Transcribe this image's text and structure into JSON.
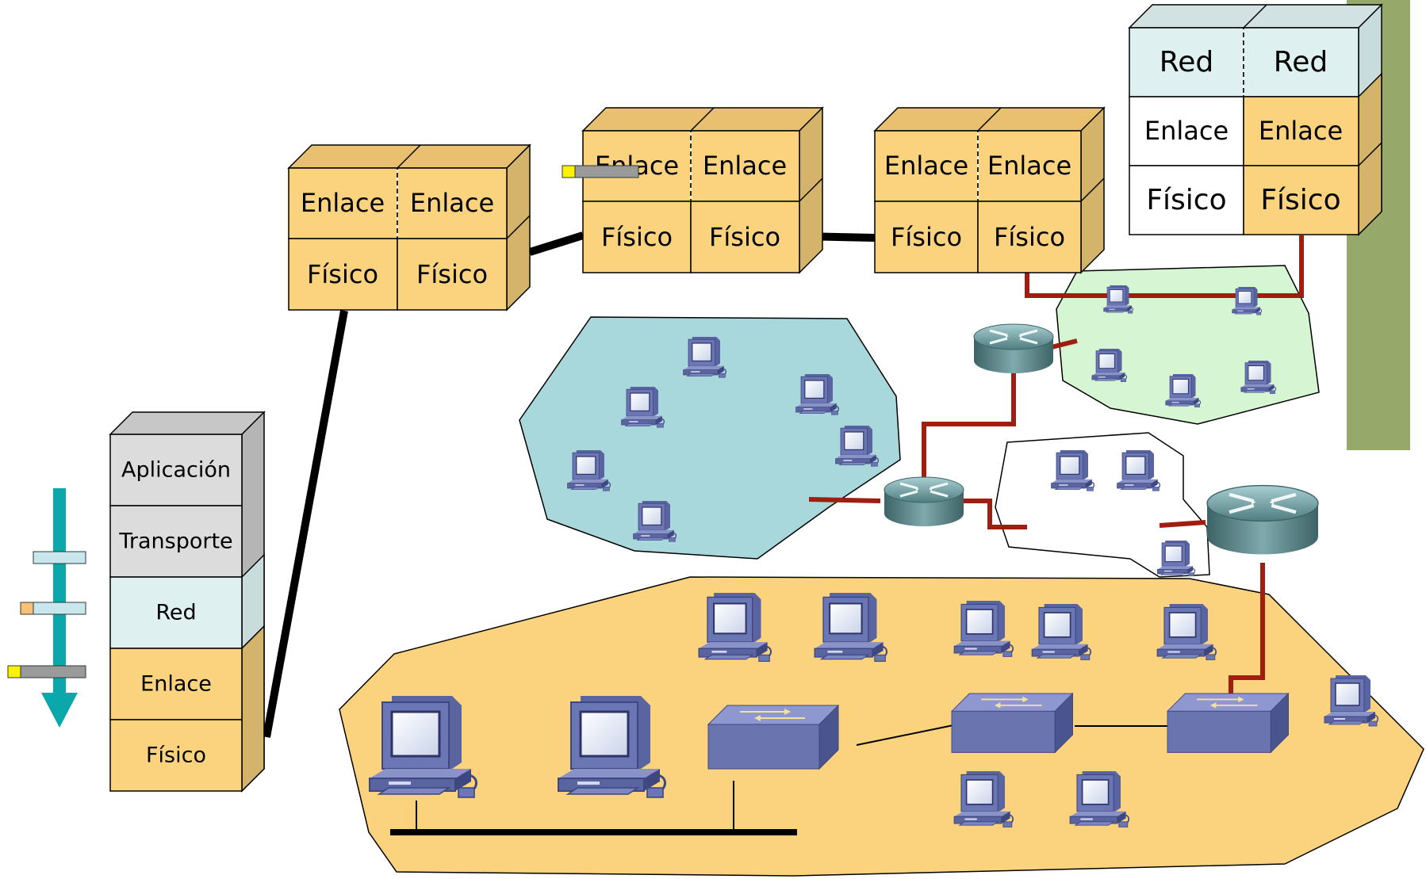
{
  "colors": {
    "link_layer": "#fbd37e",
    "net_layer": "#dff0f0",
    "grey_layer": "#dcdcdc",
    "white_layer": "#ffffff",
    "cloud_blue": "#a8d8dc",
    "cloud_green": "#d6f5d2",
    "cloud_orange": "#fbd37e",
    "device_blue": "#6a75b0",
    "router_teal": "#6f9b9e",
    "link_red": "#a01e10",
    "arrow_teal": "#0aa8ab",
    "side_bar": "#97a96a"
  },
  "left_stack": {
    "layers": [
      "Aplicación",
      "Transporte",
      "Red",
      "Enlace",
      "Físico"
    ]
  },
  "boxes": [
    {
      "id": "box1",
      "top": [
        "Enlace",
        "Enlace"
      ],
      "bottom": [
        "Físico",
        "Físico"
      ]
    },
    {
      "id": "box2",
      "top": [
        "Enlace",
        "Enlace"
      ],
      "bottom": [
        "Físico",
        "Físico"
      ]
    },
    {
      "id": "box3",
      "top": [
        "Enlace",
        "Enlace"
      ],
      "bottom": [
        "Físico",
        "Físico"
      ]
    },
    {
      "id": "box4",
      "top": [
        "Red",
        "Red"
      ],
      "middle": [
        "Enlace",
        "Enlace"
      ],
      "bottom": [
        "Físico",
        "Físico"
      ]
    }
  ],
  "icons": {
    "pc": "pc-icon",
    "router": "router-icon",
    "switch": "switch-icon",
    "arrow": "down-arrow-icon",
    "packet": "packet-icon"
  }
}
